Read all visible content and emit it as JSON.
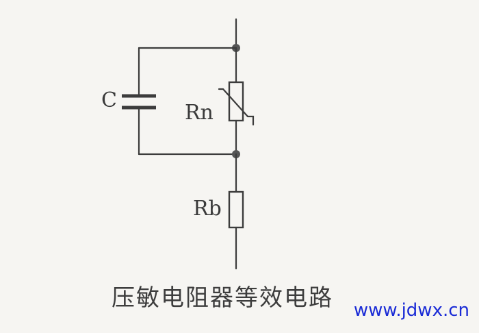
{
  "diagram": {
    "labels": {
      "capacitor": "C",
      "varistor": "Rn",
      "resistor": "Rb"
    },
    "caption": "压敏电阻器等效电路"
  },
  "watermark": "www.jdwx.cn"
}
